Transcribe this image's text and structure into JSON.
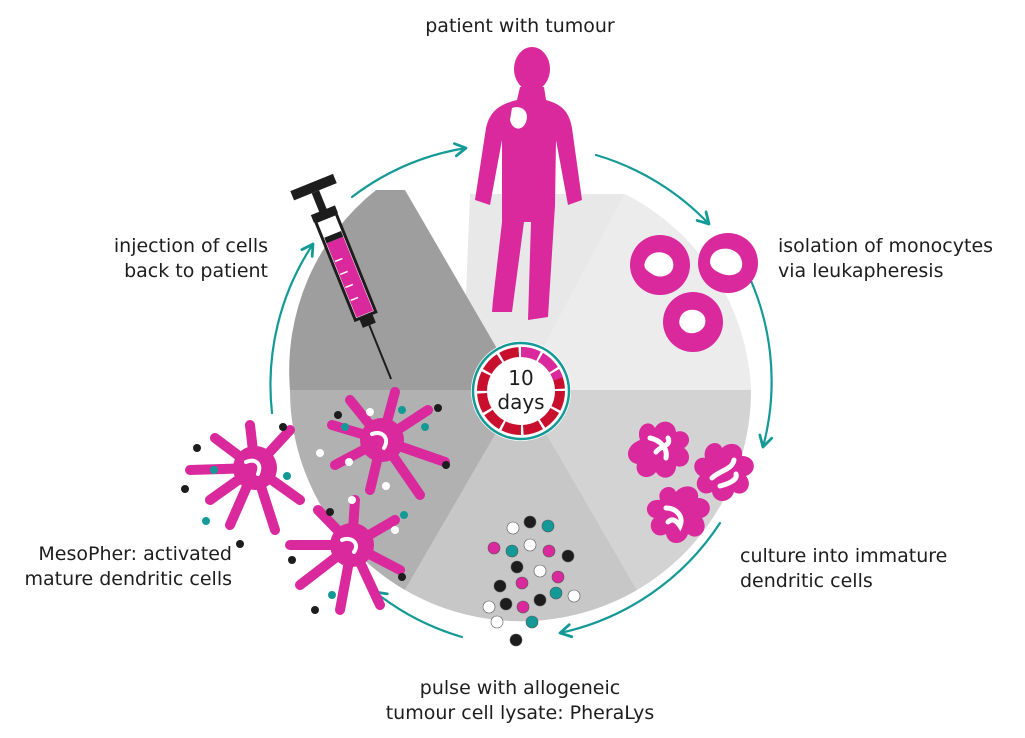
{
  "steps": {
    "patient": "patient with tumour",
    "isolation": [
      "isolation of monocytes",
      "via leukapheresis"
    ],
    "culture": [
      "culture into immature",
      "dendritic cells"
    ],
    "pulse": [
      "pulse with allogeneic",
      "tumour cell lysate: PheraLys"
    ],
    "mesopher": [
      "MesoPher: activated",
      "mature dendritic cells"
    ],
    "injection": [
      "injection of cells",
      "back to patient"
    ]
  },
  "timer": {
    "number": "10",
    "unit": "days"
  },
  "colors": {
    "magenta": "#d9299c",
    "teal": "#149a96",
    "red": "#c8102e",
    "gray_dark": "#9e9e9f",
    "gray_mid": "#bdbdbe",
    "gray_light": "#ececec",
    "text": "#1d1d1d"
  },
  "icons": [
    "person-icon",
    "monocyte-icon",
    "immature-dendritic-cell-icon",
    "lysate-particles-icon",
    "mature-dendritic-cell-icon",
    "syringe-icon",
    "cycle-arrow-icon",
    "timer-ring-icon"
  ]
}
